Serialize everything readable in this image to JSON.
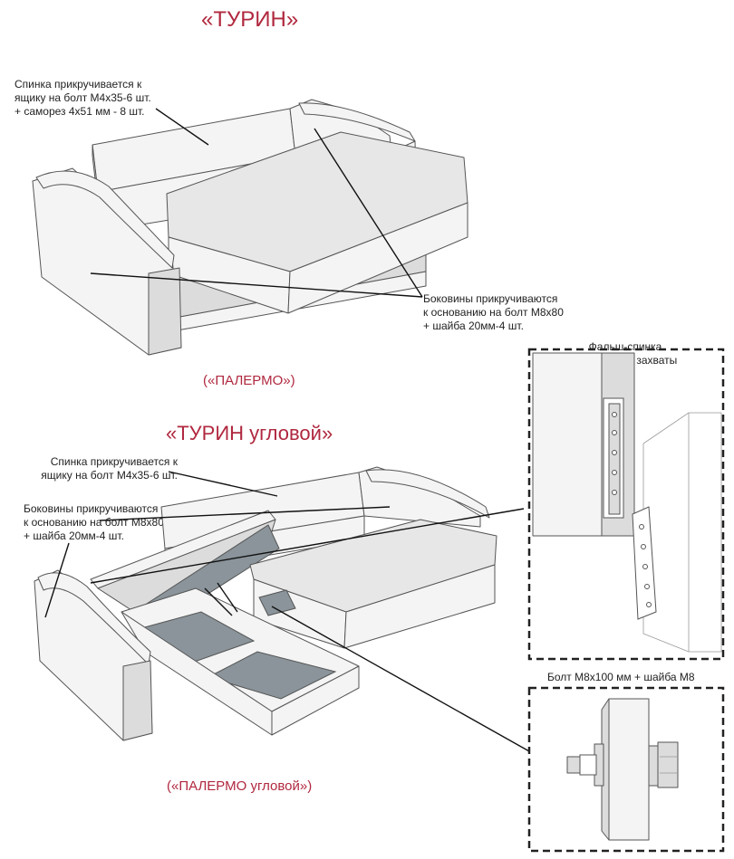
{
  "top": {
    "title": "«ТУРИН»",
    "subtitle": "(«ПАЛЕРМО»)",
    "note_back": "Спинка прикручивается к\nящику на болт М4х35-6 шт.\n+ саморез 4х51 мм - 8 шт.",
    "note_sides": "Боковины прикручиваются\nк основанию на болт М8х80\n+ шайба 20мм-4 шт."
  },
  "bottom": {
    "title": "«ТУРИН угловой»",
    "subtitle": "(«ПАЛЕРМО угловой»)",
    "note_back": "Спинка прикручивается к\nящику на болт М4х35-6 шт.",
    "note_sides": "Боковины прикручиваются\nк основанию на болт М8х80\n+ шайба 20мм-4 шт."
  },
  "details": {
    "false_back_caption": "Фальш-спинка\nкрепится на захваты",
    "bolt_caption": "Болт М8х100 мм + шайба М8"
  },
  "colors": {
    "title": "#b0283f",
    "panel_fill": "#f4f4f4",
    "seat_fill": "#e6e6e6",
    "box_floor": "#8a949a",
    "outline": "#555555"
  }
}
